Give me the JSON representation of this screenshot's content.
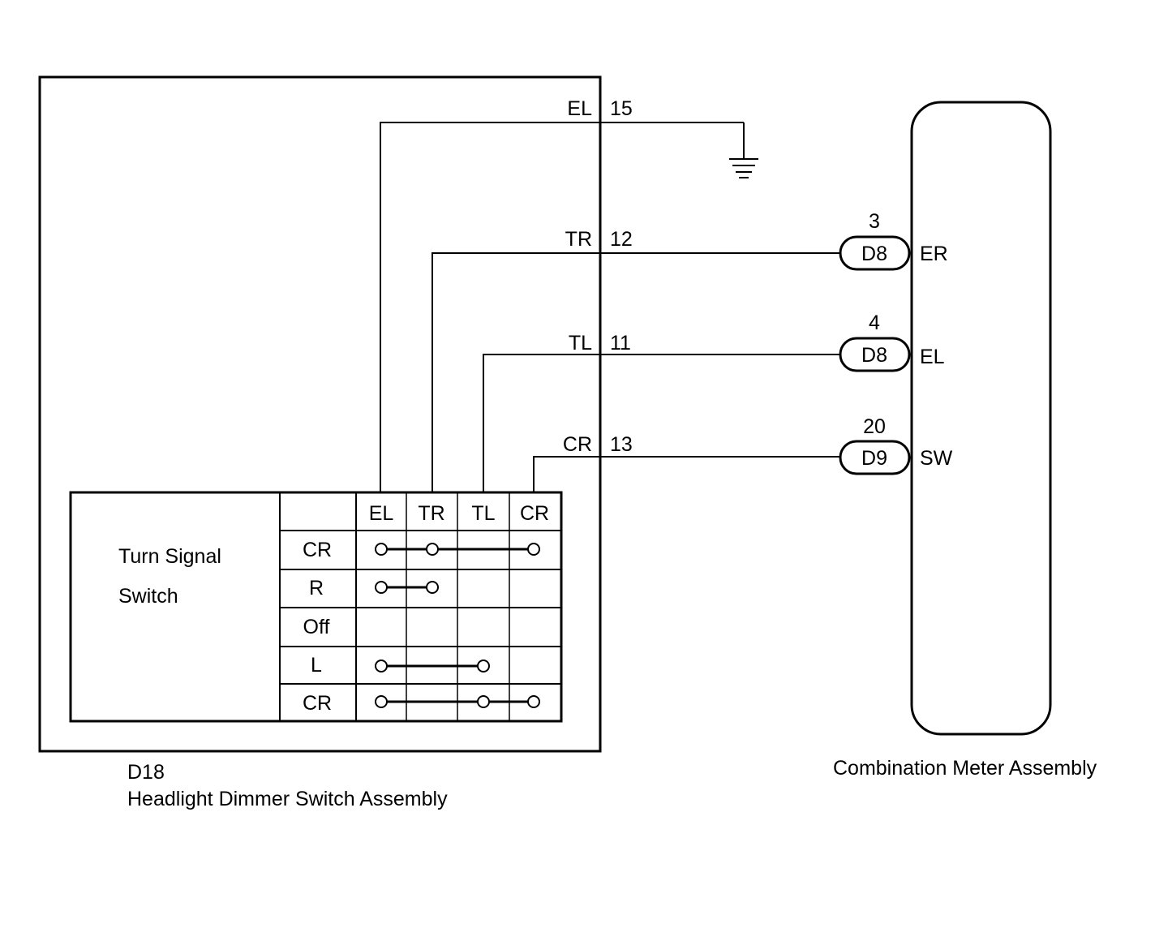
{
  "left_component": {
    "code": "D18",
    "name": "Headlight Dimmer Switch Assembly"
  },
  "right_component": {
    "name": "Combination Meter Assembly"
  },
  "wires": [
    {
      "signal": "EL",
      "pin": "15",
      "destination": "ground"
    },
    {
      "signal": "TR",
      "pin": "12",
      "connector": "D8",
      "connector_pin": "3",
      "terminal": "ER"
    },
    {
      "signal": "TL",
      "pin": "11",
      "connector": "D8",
      "connector_pin": "4",
      "terminal": "EL"
    },
    {
      "signal": "CR",
      "pin": "13",
      "connector": "D9",
      "connector_pin": "20",
      "terminal": "SW"
    }
  ],
  "switch_table": {
    "title_line1": "Turn Signal",
    "title_line2": "Switch",
    "columns": [
      "EL",
      "TR",
      "TL",
      "CR"
    ],
    "rows": [
      {
        "position": "CR",
        "connected": [
          "EL",
          "TR",
          "CR"
        ]
      },
      {
        "position": "R",
        "connected": [
          "EL",
          "TR"
        ]
      },
      {
        "position": "Off",
        "connected": []
      },
      {
        "position": "L",
        "connected": [
          "EL",
          "TL"
        ]
      },
      {
        "position": "CR",
        "connected": [
          "EL",
          "TL",
          "CR"
        ]
      }
    ]
  }
}
